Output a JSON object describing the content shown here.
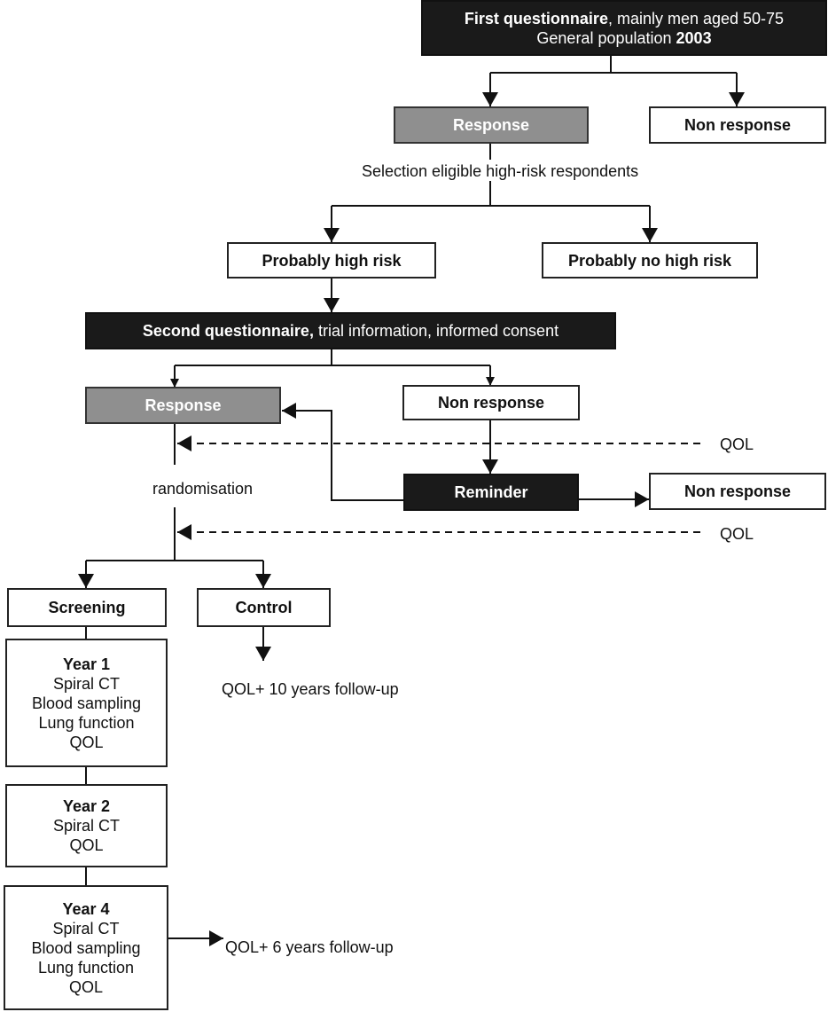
{
  "first_q": {
    "bold": "First questionnaire",
    "rest": ", mainly men aged 50-75",
    "line2": "General population ",
    "year": "2003"
  },
  "response1": "Response",
  "nonresponse1": "Non response",
  "selection": "Selection eligible high-risk respondents",
  "high_risk": "Probably high risk",
  "no_high_risk": "Probably no high risk",
  "second_q": {
    "bold": "Second questionnaire,",
    "rest": " trial information, informed consent"
  },
  "response2": "Response",
  "nonresponse2": "Non response",
  "qol_1": "QOL",
  "randomisation": "randomisation",
  "reminder": "Reminder",
  "nonresponse3": "Non response",
  "qol_2": "QOL",
  "screening": "Screening",
  "control": "Control",
  "control_followup": "QOL+ 10 years follow-up",
  "year1": {
    "title": "Year 1",
    "items": [
      "Spiral CT",
      "Blood sampling",
      "Lung function",
      "QOL"
    ]
  },
  "year2": {
    "title": "Year 2",
    "items": [
      "Spiral CT",
      "QOL"
    ]
  },
  "year4": {
    "title": "Year 4",
    "items": [
      "Spiral CT",
      "Blood sampling",
      "Lung function",
      "QOL"
    ]
  },
  "year4_followup": "QOL+ 6 years follow-up"
}
